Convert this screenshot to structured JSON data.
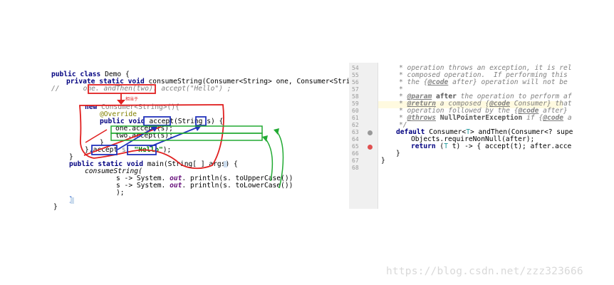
{
  "left_code": {
    "l1_kw": "public class",
    "l1_rest": " Demo {",
    "l2_kw": "private static void",
    "l2_rest": " consumeString(Consumer<String> one, Consumer<String> tw",
    "l3_comment": "//",
    "l3_boxed": "one. andThen(two)",
    "l3_rest": ". accept(\"Hello\") ;",
    "l4_new": "new",
    "l4_rest": " Consumer<String>(){",
    "l5_ann": "@Override",
    "l6_kw": "public void",
    "l6_method": "accept",
    "l6_params": "(String",
    "l6_s": "s",
    "l6_end": ") {",
    "l7": "one.accept(s);",
    "l8": "two.accept(s);",
    "l9_close": "}",
    "l10_prefix": "}.",
    "l10_accept": "accept",
    "l10_mid": " s:",
    "l10_hello": "\"Hello\"",
    "l10_end": ");",
    "l11": "}",
    "l12_kw": "public static void",
    "l12_rest": " main(String[ ] args) {",
    "l13": "consumeString(",
    "l14_pre": "s -> System.",
    "l14_out": "out",
    "l14_post": ". println(s. toUpperCase())",
    "l15_pre": "s -> System.",
    "l15_out": "out",
    "l15_post": ". println(s. toLowerCase())",
    "l16": ");",
    "l17": "}",
    "l18": "}",
    "note": "相当于"
  },
  "right_code": {
    "line_numbers": [
      "54",
      "55",
      "56",
      "57",
      "58",
      "59",
      "60",
      "61",
      "62",
      "63",
      "64",
      "65",
      "66",
      "67",
      "68"
    ],
    "r54": "* operation throws an exception, it is rel",
    "r55": "* composed operation.  If performing this",
    "r56_pre": "* the {",
    "r56_code": "@code",
    "r56_mid": " after}",
    "r56_post": " operation will not be",
    "r57": "*",
    "r58_tag": "@param",
    "r58_bold": " after",
    "r58_post": " the operation to perform af",
    "r59_tag": "@return",
    "r59_pre": " a composed {",
    "r59_code": "@code",
    "r59_post": " Consumer} that",
    "r60_pre": "* operation followed by the {",
    "r60_code": "@code",
    "r60_post": " after}",
    "r61_tag": "@throws",
    "r61_bold": " NullPointerException",
    "r61_pre": " if {",
    "r61_code": "@code",
    "r61_post": " a",
    "r62": "*/",
    "r63_kw": "default",
    "r63_pre": " Consumer<",
    "r63_T": "T",
    "r63_post": "> andThen(Consumer<? supe",
    "r64": "Objects.requireNonNull(after);",
    "r65_kw": "return",
    "r65_pre": " (",
    "r65_T": "T",
    "r65_post": " t) -> { accept(t); after.acce",
    "r66": "}",
    "r67": "}"
  },
  "watermark": "https://blog.csdn.net/zzz323666",
  "colors": {
    "red": "#e02020",
    "blue": "#2233bb",
    "green": "#22aa33"
  }
}
